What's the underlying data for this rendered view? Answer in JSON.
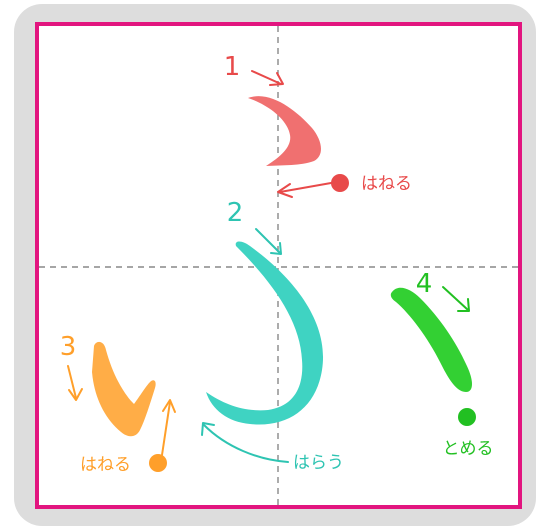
{
  "colors": {
    "bg_outer": "#dddddd",
    "frame": "#e2157f",
    "guide": "#888888",
    "stroke1": "#f07070",
    "stroke2": "#3fd3c2",
    "stroke3": "#ffad47",
    "stroke4": "#33d033",
    "arrow1": "#e84a4a",
    "arrow2": "#2ec4b2",
    "arrow3": "#ff9f2a",
    "arrow4": "#22c022"
  },
  "strokes": [
    {
      "number": "1",
      "note": "はねる",
      "color_key": "stroke1"
    },
    {
      "number": "2",
      "note": "はらう",
      "color_key": "stroke2"
    },
    {
      "number": "3",
      "note": "はねる",
      "color_key": "stroke3"
    },
    {
      "number": "4",
      "note": "とめる",
      "color_key": "stroke4"
    }
  ],
  "icons": {
    "direction": "arrow-icon",
    "end_marker": "dot-marker-icon"
  }
}
